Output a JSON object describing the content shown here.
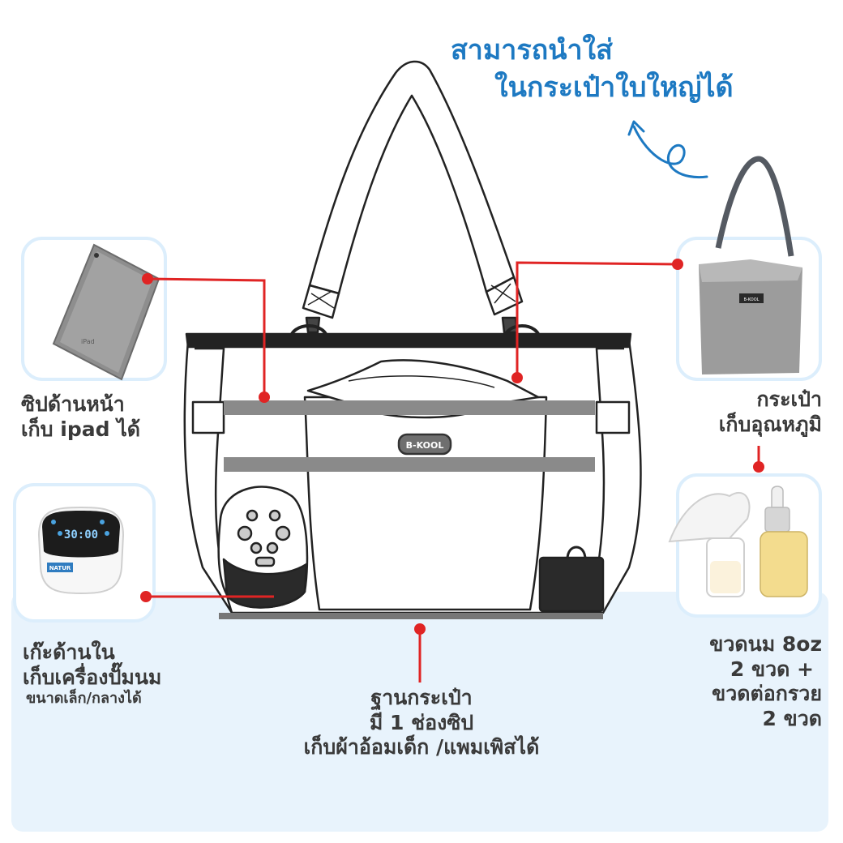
{
  "headline": {
    "line1": "สามารถนำใส่",
    "line2": "ในกระเป๋าใบใหญ่ได้"
  },
  "callouts": {
    "front_zip": {
      "line1": "ซิปด้านหน้า",
      "line2": "เก็บ ipad ได้"
    },
    "inner_pocket": {
      "line1": "เก๊ะด้านใน",
      "line2": "เก็บเครื่องปั๊มนม",
      "line3": "ขนาดเล็ก/กลางได้"
    },
    "base": {
      "line1": "ฐานกระเป๋า",
      "line2": "มี 1 ช่องซิป",
      "line3": "เก็บผ้าอ้อมเด็ก /แพมเพิสได้"
    },
    "thermal_bag": {
      "line1": "กระเป๋า",
      "line2": "เก็บอุณหภูมิ"
    },
    "bottles": {
      "line1": "ขวดนม 8oz",
      "line2": "2 ขวด +",
      "line3": "ขวดต่อกรวย",
      "line4": "2 ขวด"
    }
  },
  "product": {
    "bag_brand": "B-KOOL",
    "tablet_brand": "iPad",
    "pump_brand": "NATUR",
    "pump_display": "30:00",
    "thermal_bag_brand": "B-KOOL"
  },
  "colors": {
    "accent_blue": "#1d79c2",
    "callout_red": "#e02424",
    "text_gray": "#3a3a3a",
    "panel_blue": "#e8f3fc",
    "thumb_border": "#dceefc"
  }
}
